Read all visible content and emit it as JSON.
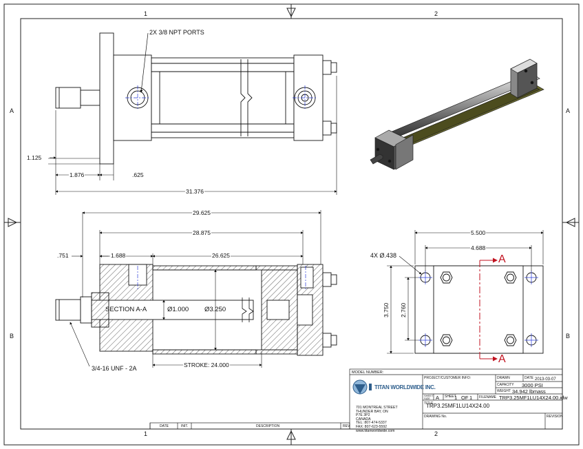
{
  "zones": {
    "top": [
      "1",
      "2"
    ],
    "bottom": [
      "1",
      "2"
    ],
    "left": [
      "A",
      "B"
    ],
    "right": [
      "A",
      "B"
    ]
  },
  "top_view": {
    "port_callout": "2X 3/8 NPT PORTS",
    "dims": {
      "d1": "1.125",
      "d2": "1.876",
      "d3": ".625",
      "overall": "31.376"
    }
  },
  "section_view": {
    "dims": {
      "d1": "29.625",
      "d2": "28.875",
      "d3": ".751",
      "d4": "1.688",
      "d5": "26.625"
    },
    "section_label": "SECTION A-A",
    "rod_dia": "Ø1.000",
    "bore_dia": "Ø3.250",
    "thread_callout": "3/4-16 UNF - 2A",
    "stroke": "STROKE: 24.000"
  },
  "end_view": {
    "dims": {
      "width": "5.500",
      "bolt_spacing": "4.688",
      "height": "3.750",
      "bolt_height": "2.760"
    },
    "hole_callout": "4X Ø.438",
    "section_marker": "A"
  },
  "title_block": {
    "model_number_label": "MODEL NUMBER:",
    "company": "TITAN WORLDWIDE INC.",
    "address": [
      "701 MONTREAL STREET",
      "THUNDER BAY, ON",
      "P7E 3P2",
      "CANADA",
      "TEL: 807-474-5337",
      "FAX: 807-623-5592",
      "www.titanworldwide.com"
    ],
    "project_label": "PROJECT/CUSTOMER INFO:",
    "drawn_label": "DRAWN",
    "date_label": "DATE",
    "date_value": "2013-03-07",
    "capacity_label": "CAPACITY",
    "capacity_value": "3000 PSI",
    "weight_label": "WEIGHT",
    "weight_value": "34.942 lbmass",
    "sheet_size_label": "SHEET SIZE",
    "sheet_size_value": "A",
    "sheet_label": "SHEET",
    "sheet_value": "1",
    "of_label": "OF",
    "of_value": "1",
    "filename_label": "FILENAME",
    "filename_value": "TRP3.25MF1LU14X24.00.idw",
    "title_label": "TITLE",
    "title_value": "TRP3.25MF1LU14X24.00",
    "drawing_no_label": "DRAWING No.",
    "revision_label": "REVISION",
    "rev_table": {
      "date": "DATE",
      "init": "INIT.",
      "description": "DESCRIPTION",
      "rev": "REV"
    }
  }
}
